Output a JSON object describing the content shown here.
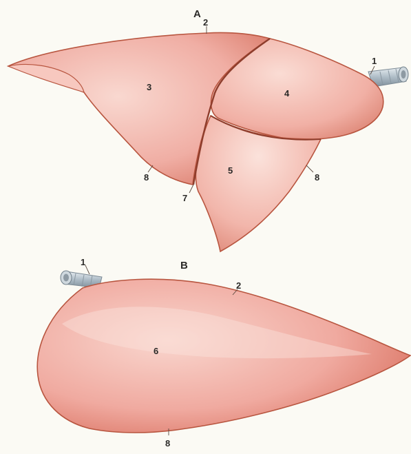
{
  "figure": {
    "view_a_letter": "A",
    "view_b_letter": "B",
    "labels": {
      "bronchus": "1",
      "margin_top": "2",
      "lobe_upper": "3",
      "lobe_middle": "4",
      "lobe_lower": "5",
      "lung_whole": "6",
      "fissure": "7",
      "margin_bottom": "8"
    }
  },
  "colors": {
    "tissue": "#f0a8a0",
    "tissue_light": "#f7cdc6",
    "tissue_dark": "#d97868",
    "outline": "#b8553f",
    "bronchus": "#b9c4cc"
  }
}
